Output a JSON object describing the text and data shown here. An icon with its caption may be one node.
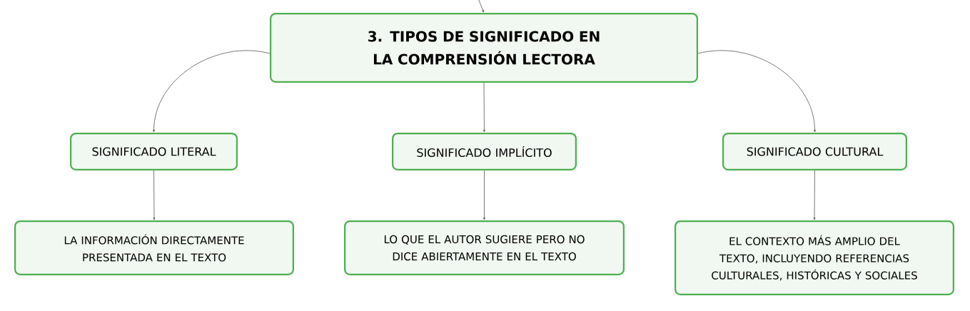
{
  "diagram": {
    "nodes": [
      {
        "text": [
          "3. TIPOS DE SIGNIFICADO EN LA COMPRENSIÓN LECTORA"
        ]
      },
      {
        "text": [
          "SIGNIFICADO LITERAL"
        ]
      },
      {
        "text": [
          "SIGNIFICADO IMPLÍCITO"
        ]
      },
      {
        "text": [
          "SIGNIFICADO CULTURAL"
        ]
      },
      {
        "text": [
          "LA INFORMACIÓN DIRECTAMENTE PRESENTADA EN EL TEXTO"
        ]
      },
      {
        "text": [
          "LO QUE EL AUTOR SUGIERE PERO NO DICE ABIERTAMENTE EN EL TEXTO"
        ]
      },
      {
        "text": [
          "EL CONTEXTO MÁS AMPLIO DEL TEXTO, INCLUYENDO REFERENCIAS CULTURALES, HISTÓRICAS Y SOCIALES"
        ]
      }
    ],
    "edges": [
      {
        "from": null,
        "to": 0,
        "arrow": "to"
      },
      {
        "from": 0,
        "to": 1,
        "arrow": "to"
      },
      {
        "from": 0,
        "to": 2,
        "arrow": "to"
      },
      {
        "from": 0,
        "to": 3,
        "arrow": "to"
      },
      {
        "from": 1,
        "to": 4,
        "arrow": "to"
      },
      {
        "from": 2,
        "to": 5,
        "arrow": "to"
      },
      {
        "from": 3,
        "to": 6,
        "arrow": "to"
      }
    ]
  }
}
